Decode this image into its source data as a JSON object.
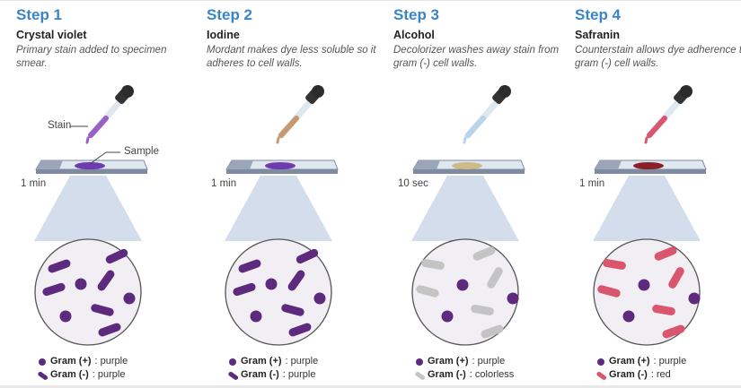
{
  "colors": {
    "accent": "#3a85c8",
    "purple": "#5e2a7e",
    "colorless": "#c4c4c4",
    "red": "#d9566e"
  },
  "steps": [
    {
      "step": "Step 1",
      "name": "Crystal violet",
      "desc": "Primary stain added to specimen smear.",
      "time": "1 min",
      "stain_color": "#9b5fc8",
      "smear_color": "#6e3bb0",
      "negative": "purple",
      "legend": [
        {
          "label": "Gram (+)",
          "value": ": purple"
        },
        {
          "label": "Gram (-)",
          "value": ": purple"
        }
      ]
    },
    {
      "step": "Step 2",
      "name": "Iodine",
      "desc": "Mordant makes dye less soluble so it adheres to cell walls.",
      "time": "1 min",
      "stain_color": "#c79a6e",
      "smear_color": "#6e3bb0",
      "negative": "purple",
      "legend": [
        {
          "label": "Gram (+)",
          "value": ": purple"
        },
        {
          "label": "Gram (-)",
          "value": ": purple"
        }
      ]
    },
    {
      "step": "Step 3",
      "name": "Alcohol",
      "desc": "Decolorizer washes away stain from gram (-) cell walls.",
      "time": "10 sec",
      "stain_color": "#b9d3ea",
      "smear_color": "#cdb98a",
      "negative": "colorless",
      "legend": [
        {
          "label": "Gram (+)",
          "value": ": purple"
        },
        {
          "label": "Gram (-)",
          "value": ": colorless"
        }
      ]
    },
    {
      "step": "Step 4",
      "name": "Safranin",
      "desc": "Counterstain allows dye adherence to gram (-) cell walls.",
      "time": "1 min",
      "stain_color": "#d9566e",
      "smear_color": "#8a1f2a",
      "negative": "red",
      "legend": [
        {
          "label": "Gram (+)",
          "value": ": purple"
        },
        {
          "label": "Gram (-)",
          "value": ": red"
        }
      ]
    }
  ],
  "callouts": {
    "stain": "Stain",
    "sample": "Sample"
  }
}
